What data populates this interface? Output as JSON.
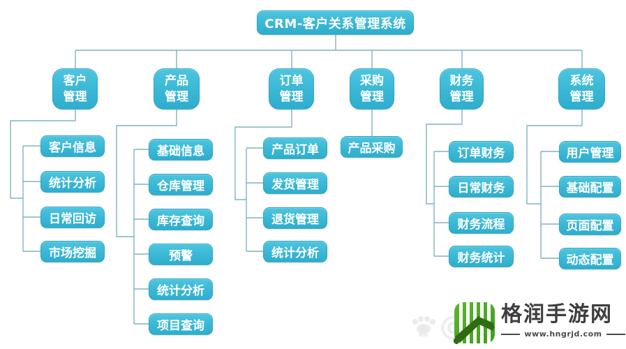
{
  "diagram": {
    "root_label": "CRM-客户关系管理系统",
    "branches": [
      {
        "label": "客户\n管理",
        "children": [
          "客户信息",
          "统计分析",
          "日常回访",
          "市场挖掘"
        ]
      },
      {
        "label": "产品\n管理",
        "children": [
          "基础信息",
          "仓库管理",
          "库存查询",
          "预警",
          "统计分析",
          "项目查询"
        ]
      },
      {
        "label": "订单\n管理",
        "children": [
          "产品订单",
          "发货管理",
          "退货管理",
          "统计分析"
        ]
      },
      {
        "label": "采购\n管理",
        "children": [
          "产品采购"
        ]
      },
      {
        "label": "财务\n管理",
        "children": [
          "订单财务",
          "日常财务",
          "财务流程",
          "财务统计"
        ]
      },
      {
        "label": "系统\n管理",
        "children": [
          "用户管理",
          "基础配置",
          "页面配置",
          "动态配置"
        ]
      }
    ]
  },
  "watermark": {
    "site_name": "格润手游网",
    "url": "www.hngrjd.com",
    "faint_mark": "@",
    "faint_sub": "du"
  },
  "colors": {
    "node_fill": "#3bbcd9",
    "node_fill_top": "#4cc5df",
    "node_fill_bottom": "#2fadcd",
    "connector": "#7fb4bf",
    "node_text": "#ffffff",
    "logo_green": "#4ea827",
    "logo_green_dark": "#2d6c10",
    "watermark_text": "#3e3e3e"
  }
}
